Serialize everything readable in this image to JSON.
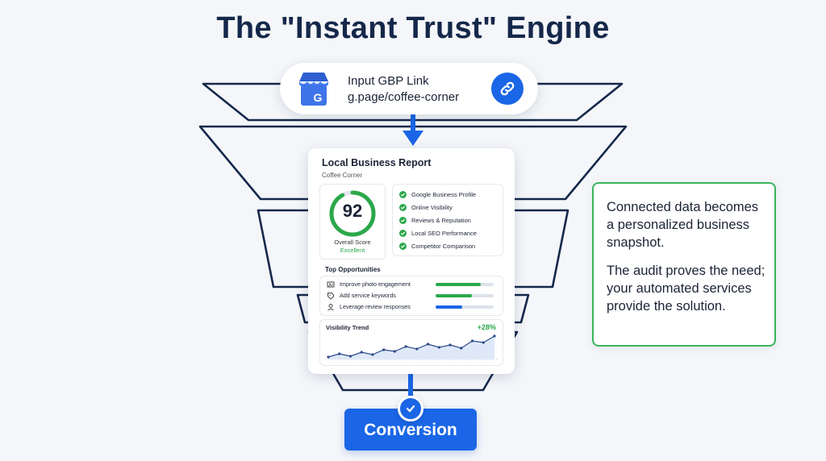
{
  "title": "The \"Instant Trust\" Engine",
  "colors": {
    "navy": "#15284b",
    "blue": "#1a66e6",
    "green": "#2aa84a",
    "callout_border": "#3bb55b"
  },
  "input": {
    "label": "Input GBP Link",
    "value": "g.page/coffee-corner",
    "icons": [
      "google-business-profile-icon",
      "link-icon"
    ]
  },
  "report": {
    "title": "Local Business Report",
    "business": "Coffee Corner",
    "score": "92",
    "score_value": 92,
    "score_label": "Overall Score",
    "score_grade": "Excellent",
    "checklist": [
      "Google Business Profile",
      "Online Visibility",
      "Reviews & Reputation",
      "Local SEO Performance",
      "Competitor Comparison"
    ],
    "opportunities_title": "Top Opportunities",
    "opportunities": [
      {
        "label": "Improve photo engagement",
        "progress": 0.78,
        "color": "#2aa84a",
        "icon": "image-icon"
      },
      {
        "label": "Add service keywords",
        "progress": 0.62,
        "color": "#2aa84a",
        "icon": "tag-icon"
      },
      {
        "label": "Leverage review responses",
        "progress": 0.46,
        "color": "#1a66e6",
        "icon": "user-icon"
      }
    ],
    "trend_title": "Visibility Trend",
    "trend_delta": "+28%",
    "trend_values": [
      12,
      16,
      13,
      18,
      15,
      21,
      19,
      25,
      22,
      28,
      24,
      27,
      23,
      32,
      30,
      38
    ]
  },
  "callout": {
    "paragraph_1": "Connected data becomes a personalized business snapshot.",
    "paragraph_2": "The audit proves the need; your automated services provide the solution."
  },
  "conversion_label": "Conversion"
}
